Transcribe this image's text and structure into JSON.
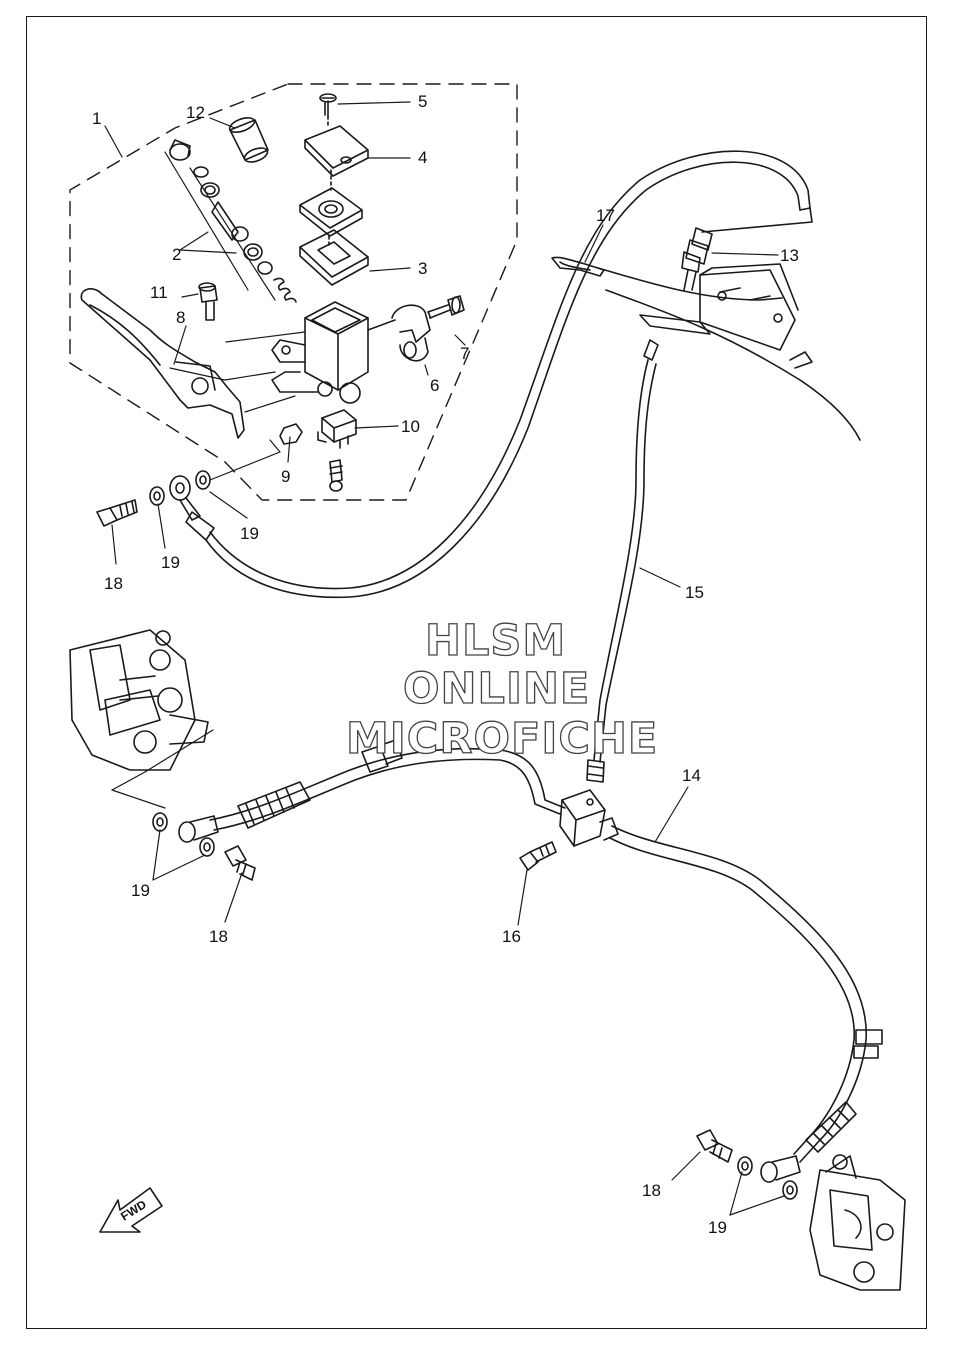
{
  "diagram": {
    "callouts": [
      {
        "id": "c1",
        "label": "1"
      },
      {
        "id": "c12",
        "label": "12"
      },
      {
        "id": "c5",
        "label": "5"
      },
      {
        "id": "c4",
        "label": "4"
      },
      {
        "id": "c3",
        "label": "3"
      },
      {
        "id": "c2",
        "label": "2"
      },
      {
        "id": "c11",
        "label": "11"
      },
      {
        "id": "c8",
        "label": "8"
      },
      {
        "id": "c7",
        "label": "7"
      },
      {
        "id": "c6",
        "label": "6"
      },
      {
        "id": "c10",
        "label": "10"
      },
      {
        "id": "c9",
        "label": "9"
      },
      {
        "id": "c19a",
        "label": "19"
      },
      {
        "id": "c19b",
        "label": "19"
      },
      {
        "id": "c18a",
        "label": "18"
      },
      {
        "id": "c17",
        "label": "17"
      },
      {
        "id": "c13",
        "label": "13"
      },
      {
        "id": "c15",
        "label": "15"
      },
      {
        "id": "c14",
        "label": "14"
      },
      {
        "id": "c19c",
        "label": "19"
      },
      {
        "id": "c18b",
        "label": "18"
      },
      {
        "id": "c16",
        "label": "16"
      },
      {
        "id": "c18c",
        "label": "18"
      },
      {
        "id": "c19d",
        "label": "19"
      }
    ],
    "fwd_label": "FWD"
  },
  "watermark": {
    "line1": "HLSM",
    "line2": "ONLINE",
    "line3": "MICROFICHE"
  }
}
